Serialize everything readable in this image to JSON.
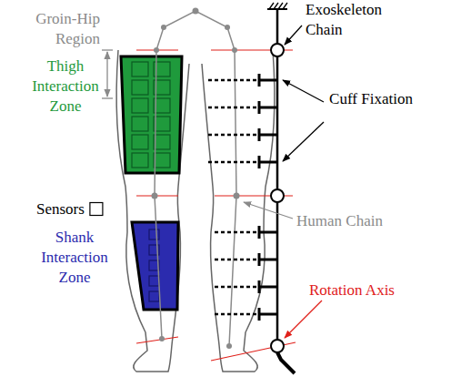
{
  "diagram": {
    "labels": [
      "Groin-Hip Region",
      "Thigh Interaction Zone",
      "Sensors",
      "Shank Interaction Zone",
      "Exoskeleton Chain",
      "Cuff Fixation",
      "Human Chain",
      "Rotation Axis"
    ]
  }
}
